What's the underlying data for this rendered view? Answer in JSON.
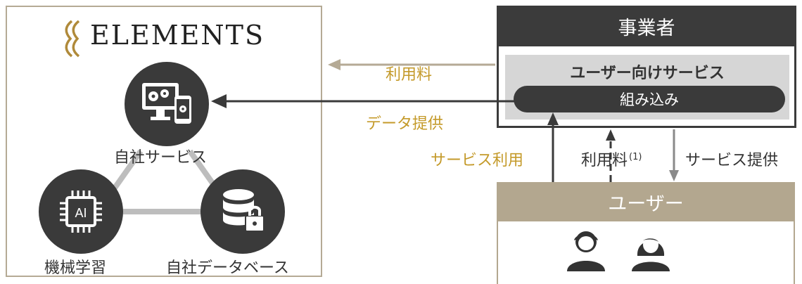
{
  "brand": {
    "name": "ELEMENTS"
  },
  "nodes": {
    "own_service": "自社サービス",
    "machine_learning": "機械学習",
    "own_database": "自社データベース"
  },
  "business": {
    "title": "事業者",
    "service_title": "ユーザー向けサービス",
    "embed": "組み込み"
  },
  "user": {
    "title": "ユーザー"
  },
  "flows": {
    "usage_fee_top": "利用料",
    "data_provision": "データ提供",
    "service_use": "サービス利用",
    "usage_fee_user": "利用料",
    "usage_fee_note": "(1)",
    "service_provision": "サービス提供"
  },
  "icons": {
    "own_service": "devices-gear-icon",
    "machine_learning": "ai-chip-icon",
    "own_database": "database-lock-icon",
    "users": "user-avatar-icon"
  },
  "colors": {
    "dark": "#3a3a3a",
    "gold_frame": "#b5aa95",
    "gold_text": "#c49a2a",
    "user_header": "#b3a78f",
    "service_box": "#d6d6d6"
  }
}
